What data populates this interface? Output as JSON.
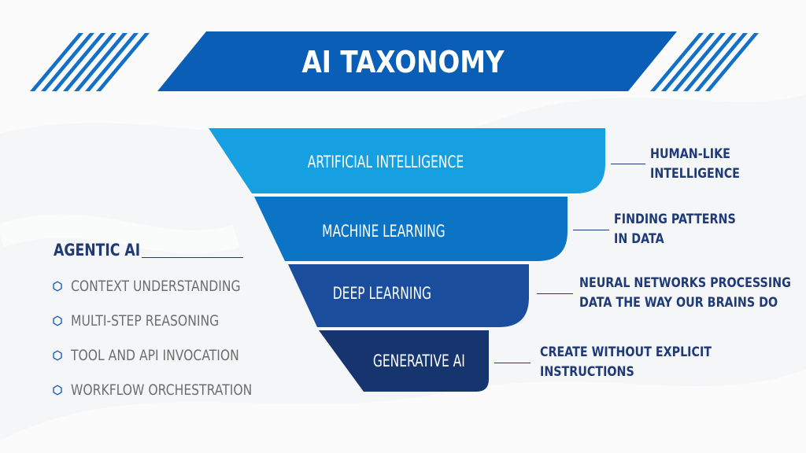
{
  "title": "AI TAXONOMY",
  "colors": {
    "banner": "#0b5eb5",
    "tier_1": "#16a0e2",
    "tier_2": "#0b74c4",
    "tier_3": "#1a4e9c",
    "tier_4": "#16356f",
    "text_dark": "#1f3a78",
    "text_gray": "#6e6e6e"
  },
  "tiers": [
    {
      "label": "ARTIFICIAL INTELLIGENCE",
      "description": [
        "HUMAN-LIKE",
        "INTELLIGENCE"
      ]
    },
    {
      "label": "MACHINE LEARNING",
      "description": [
        "FINDING PATTERNS",
        "IN DATA"
      ]
    },
    {
      "label": "DEEP LEARNING",
      "description": [
        "NEURAL NETWORKS PROCESSING",
        "DATA THE WAY OUR BRAINS DO"
      ]
    },
    {
      "label": "GENERATIVE AI",
      "description": [
        "CREATE WITHOUT EXPLICIT",
        "INSTRUCTIONS"
      ]
    }
  ],
  "agentic": {
    "title": "AGENTIC AI",
    "icon": "hexagon-outline-icon",
    "items": [
      "CONTEXT UNDERSTANDING",
      "MULTI-STEP REASONING",
      "TOOL AND API INVOCATION",
      "WORKFLOW ORCHESTRATION"
    ]
  }
}
